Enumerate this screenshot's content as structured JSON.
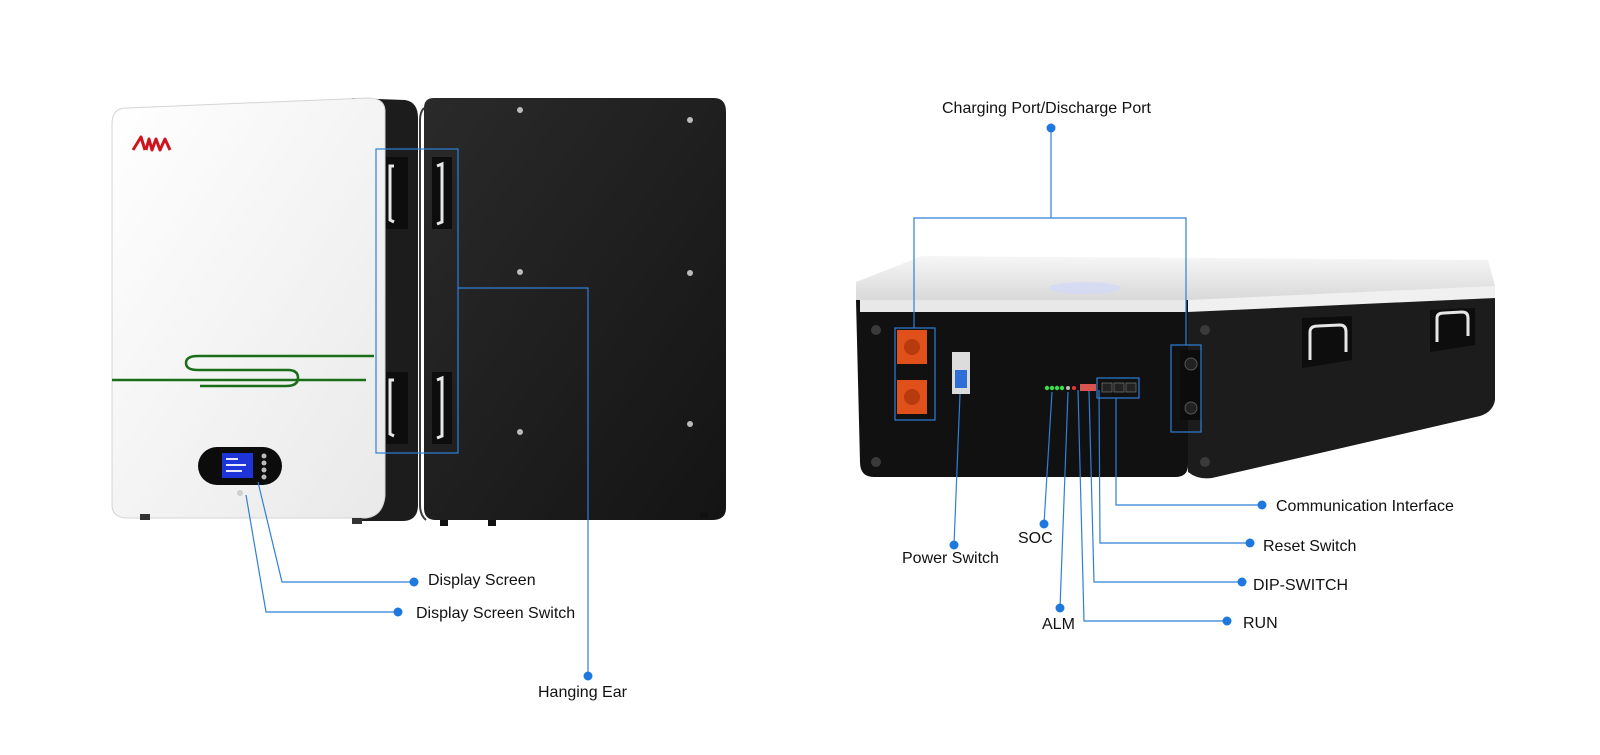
{
  "colors": {
    "leader_line": "#2f7fd6",
    "dot": "#1e78de",
    "accent_green": "#1a6e1a",
    "terminal_orange": "#e0501a",
    "logo_red": "#d0141e"
  },
  "labels": {
    "display_screen": "Display Screen",
    "display_screen_switch": "Display Screen Switch",
    "hanging_ear": "Hanging Ear",
    "charging_port": "Charging Port/Discharge Port",
    "power_switch": "Power Switch",
    "soc": "SOC",
    "alm": "ALM",
    "communication_interface": "Communication Interface",
    "reset_switch": "Reset Switch",
    "dip_switch": "DIP-SWITCH",
    "run": "RUN"
  },
  "icons": {
    "brand_logo": "brand-logo-icon"
  }
}
